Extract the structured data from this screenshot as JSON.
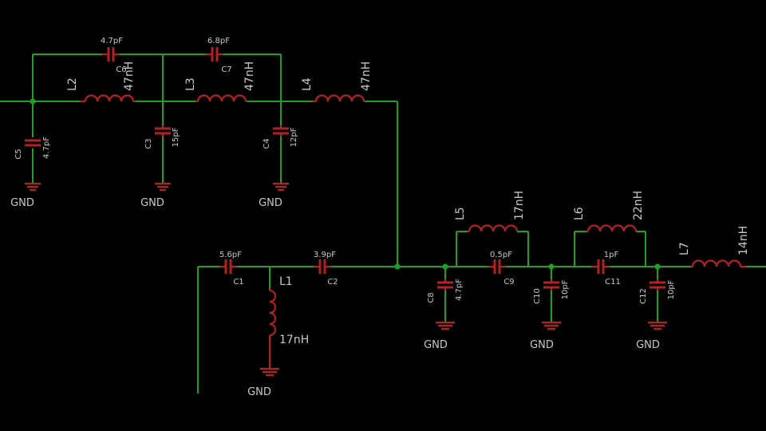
{
  "colors": {
    "background": "#000000",
    "wire": "#1ea21e",
    "component": "#b22222",
    "text": "#c8c8c8"
  },
  "components": {
    "C1": {
      "name": "C1",
      "value": "5.6pF"
    },
    "C2": {
      "name": "C2",
      "value": "3.9pF"
    },
    "C3": {
      "name": "C3",
      "value": "15pF"
    },
    "C4": {
      "name": "C4",
      "value": "12pF"
    },
    "C5": {
      "name": "C5",
      "value": "4.7pF"
    },
    "C6": {
      "name": "C6",
      "value": "4.7pF"
    },
    "C7": {
      "name": "C7",
      "value": "6.8pF"
    },
    "C8": {
      "name": "C8",
      "value": "4.7pF"
    },
    "C9": {
      "name": "C9",
      "value": "0.5pF"
    },
    "C10": {
      "name": "C10",
      "value": "10pF"
    },
    "C11": {
      "name": "C11",
      "value": "1pF"
    },
    "C12": {
      "name": "C12",
      "value": "10pF"
    },
    "L1": {
      "name": "L1",
      "value": "17nH"
    },
    "L2": {
      "name": "L2",
      "value": "47nH"
    },
    "L3": {
      "name": "L3",
      "value": "47nH"
    },
    "L4": {
      "name": "L4",
      "value": "47nH"
    },
    "L5": {
      "name": "L5",
      "value": "17nH"
    },
    "L6": {
      "name": "L6",
      "value": "22nH"
    },
    "L7": {
      "name": "L7",
      "value": "14nH"
    }
  },
  "gnd_label": "GND"
}
